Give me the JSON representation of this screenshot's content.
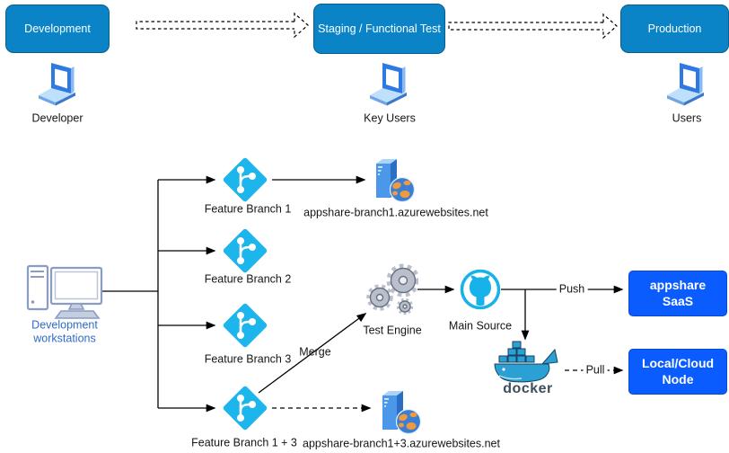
{
  "stages": [
    {
      "label": "Development",
      "actor": "Developer"
    },
    {
      "label": "Staging / Functional Test",
      "actor": "Key Users"
    },
    {
      "label": "Production",
      "actor": "Users"
    }
  ],
  "workstations": {
    "line1": "Development",
    "line2": "workstations"
  },
  "branches": [
    {
      "label": "Feature Branch 1",
      "deployment": "appshare-branch1.azurewebsites.net"
    },
    {
      "label": "Feature Branch 2"
    },
    {
      "label": "Feature Branch 3"
    },
    {
      "label": "Feature Branch 1 + 3",
      "deployment": "appshare-branch1+3.azurewebsites.net"
    }
  ],
  "nodes": {
    "test_engine": "Test Engine",
    "main_source": "Main Source",
    "docker": "docker"
  },
  "edges": {
    "merge": "Merge",
    "push": "Push",
    "pull": "Pull"
  },
  "targets": [
    {
      "line1": "appshare",
      "line2": "SaaS"
    },
    {
      "line1": "Local/Cloud",
      "line2": "Node"
    }
  ],
  "icons": {
    "laptop": "laptop-icon",
    "workstation": "workstation-icon",
    "git_branch": "git-branch-icon",
    "web_server": "web-server-icon",
    "gears": "gears-icon",
    "github": "github-icon",
    "docker_whale": "docker-whale-icon"
  },
  "colors": {
    "stage_fill": "#0a84c7",
    "stage_border": "#0b5d8a",
    "target_fill": "#0b5cff",
    "target_border": "#0a4ad0",
    "git_icon": "#1cb5ec",
    "github_icon": "#17b2e9",
    "docker_icon": "#2aa0d4",
    "server_icon": "#4b97ea",
    "workstation_label": "#2e6bc9",
    "connector": "#000000"
  }
}
